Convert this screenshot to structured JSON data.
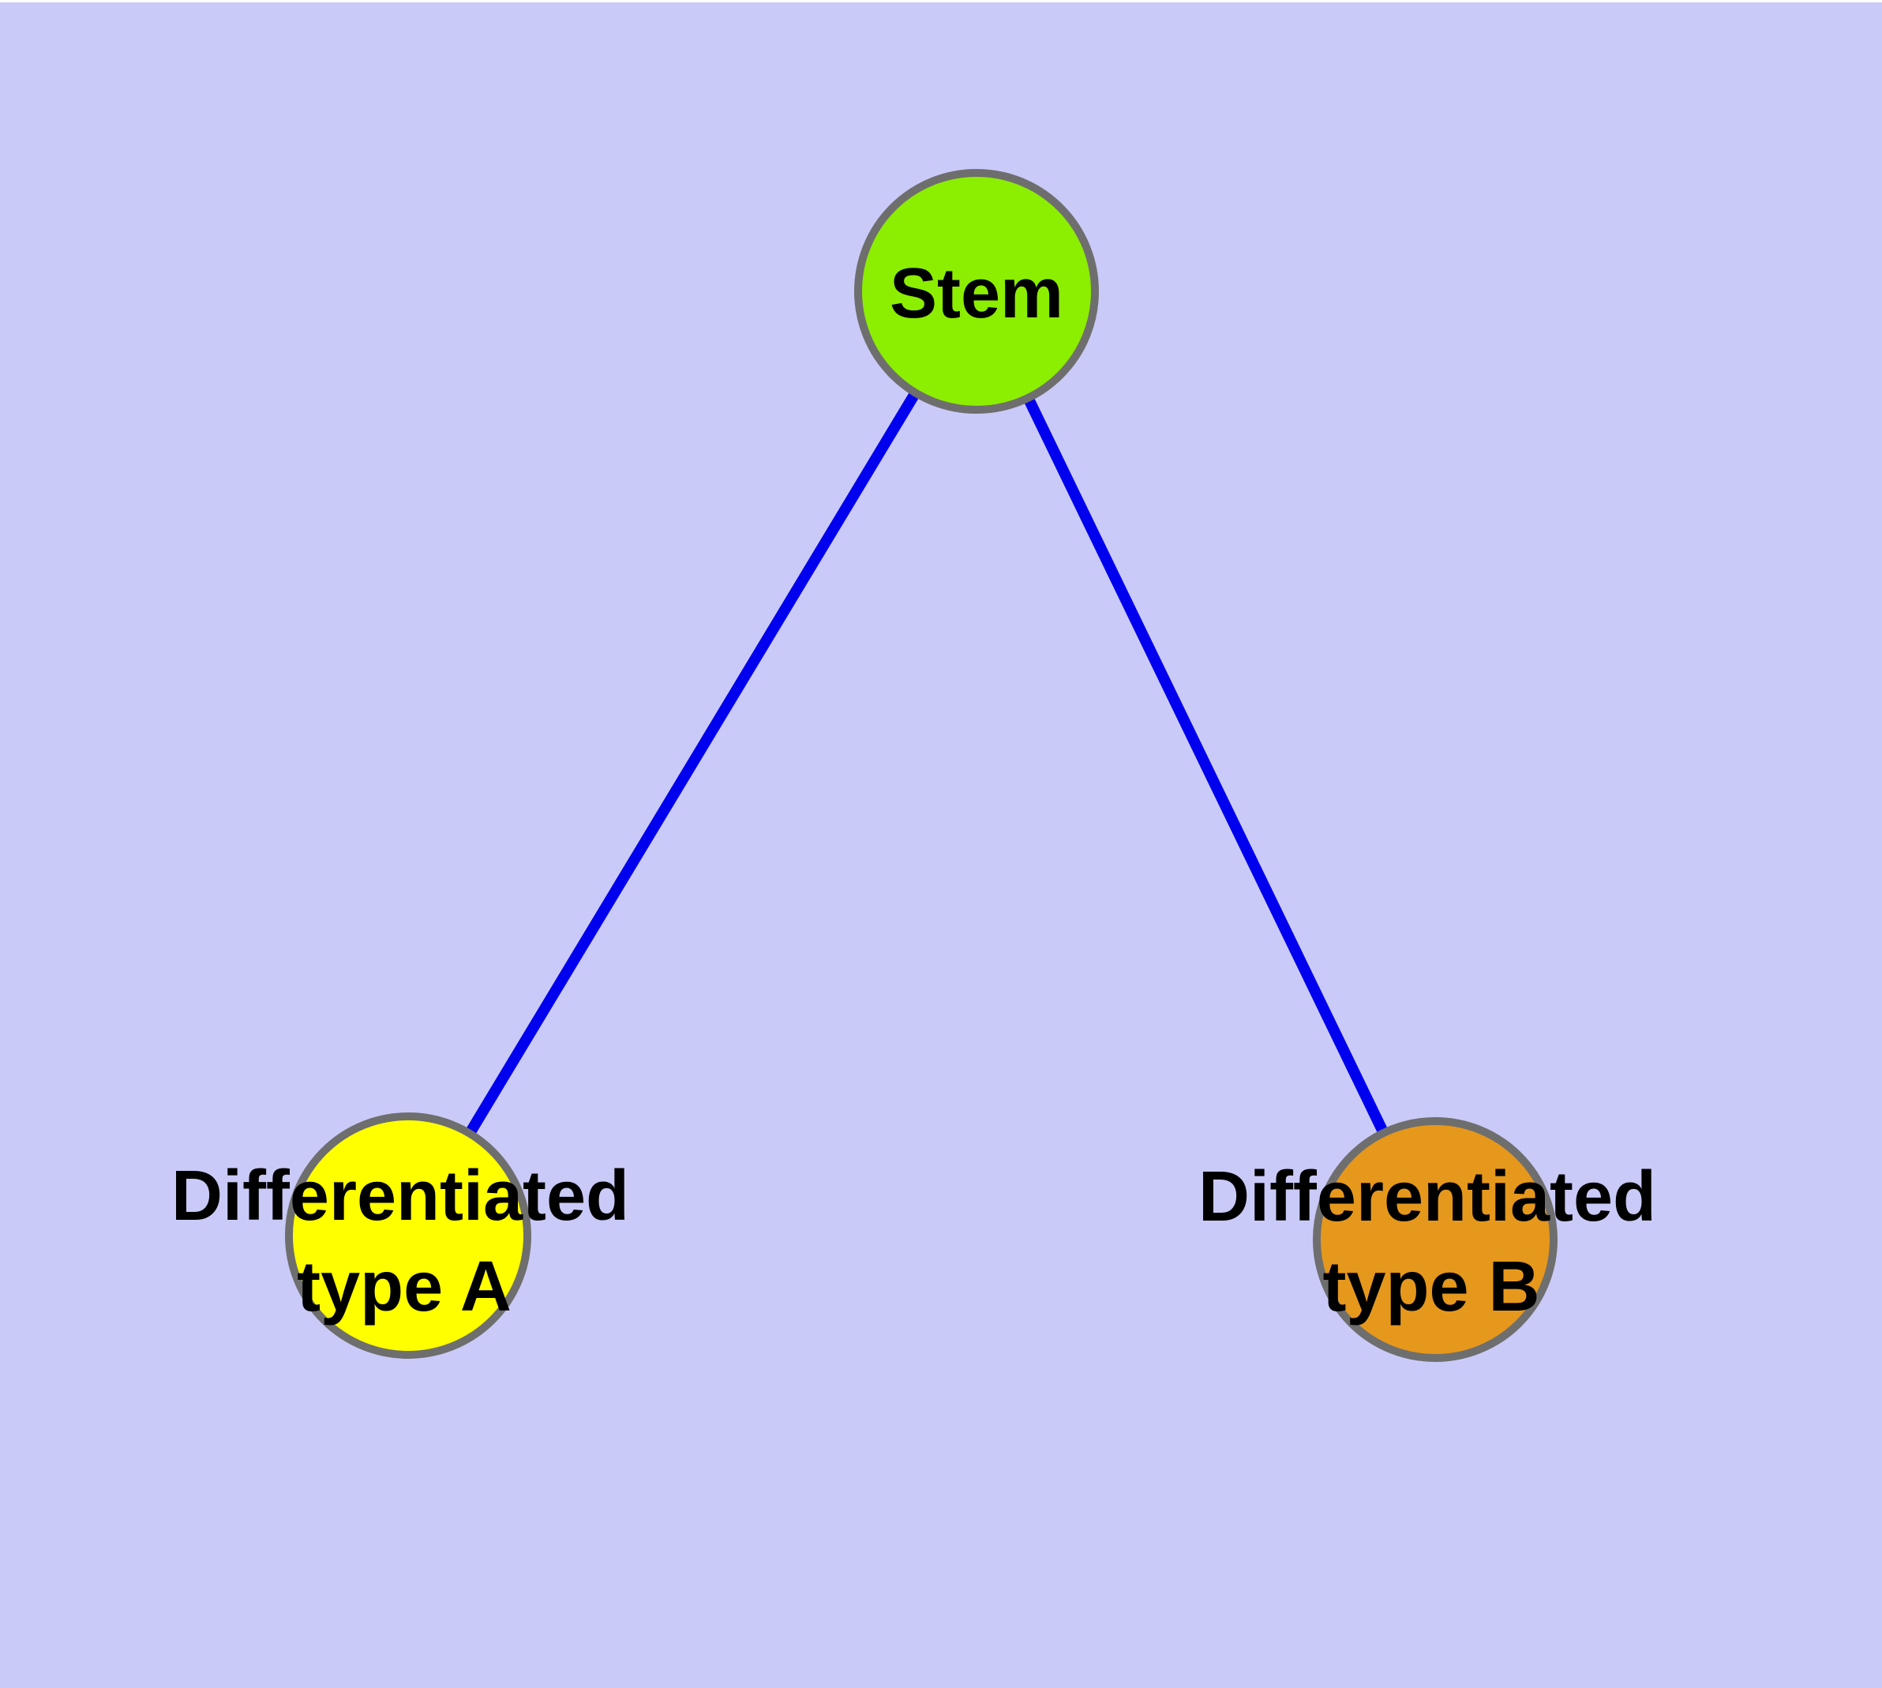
{
  "colors": {
    "background": "#CACAF8",
    "window_top_edge": "#FFFFFF",
    "edge": "#0000EE",
    "node_border": "#6E6E6E",
    "label_text": "#000000",
    "stem_fill": "#8CEE00",
    "type_a_fill": "#FFFF00",
    "type_b_fill": "#E6981C"
  },
  "nodes": {
    "stem": {
      "label": "Stem"
    },
    "typeA": {
      "label_line1": "Differentiated",
      "label_line2": "type A"
    },
    "typeB": {
      "label_line1": "Differentiated",
      "label_line2": "type B"
    }
  },
  "edges": [
    {
      "from": "Stem",
      "to": "Differentiated type A"
    },
    {
      "from": "Stem",
      "to": "Differentiated type B"
    }
  ]
}
